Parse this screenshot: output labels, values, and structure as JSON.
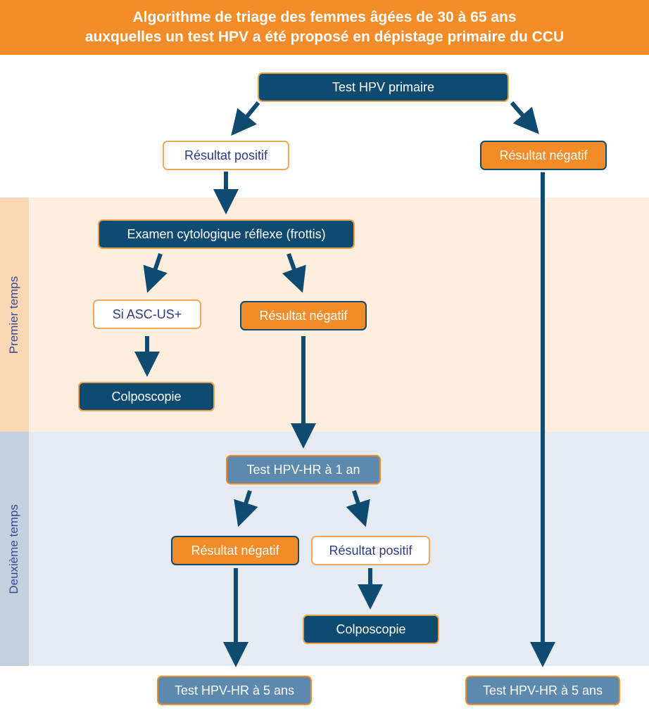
{
  "title": {
    "line1": "Algorithme de triage des femmes âgées de 30 à 65 ans",
    "line2": "auxquelles un test HPV a été proposé en dépistage primaire du CCU"
  },
  "bands": {
    "first": "Premier temps",
    "second": "Deuxième temps"
  },
  "nodes": {
    "test_hpv_primaire": "Test HPV primaire",
    "resultat_positif_1": "Résultat positif",
    "resultat_negatif_1": "Résultat négatif",
    "examen_cytologique": "Examen cytologique réflexe (frottis)",
    "si_asc_us": "Si ASC-US+",
    "resultat_negatif_2": "Résultat négatif",
    "colposcopie_1": "Colposcopie",
    "test_hpv_hr_1an": "Test HPV-HR à 1 an",
    "resultat_negatif_3": "Résultat négatif",
    "resultat_positif_2": "Résultat positif",
    "colposcopie_2": "Colposcopie",
    "test_hpv_hr_5ans_1": "Test HPV-HR à 5 ans",
    "test_hpv_hr_5ans_2": "Test HPV-HR à 5 ans"
  },
  "colors": {
    "orange": "#f28c28",
    "navy": "#0f4a70",
    "steel_blue": "#5c89ad",
    "first_band": "#fdeedd",
    "second_band": "#e6ebf1"
  }
}
